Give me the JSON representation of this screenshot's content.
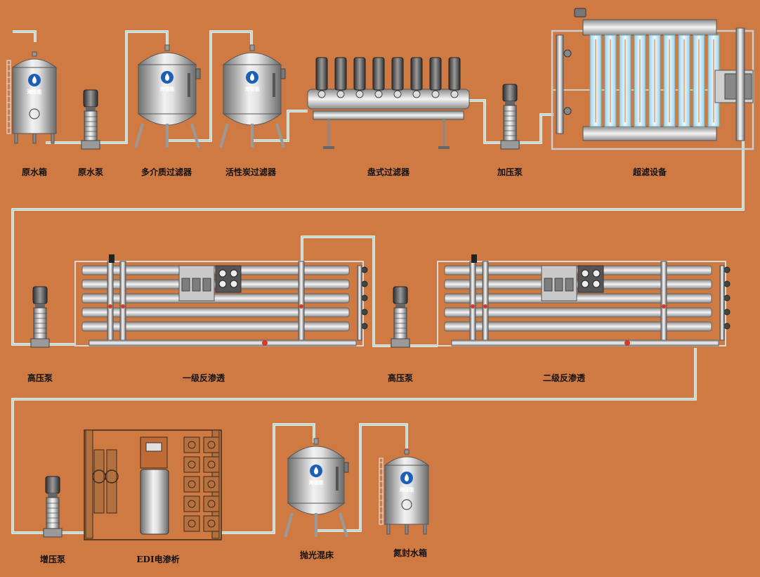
{
  "colors": {
    "background": "#cf7a43",
    "pipe_outer": "#ffffff",
    "pipe_inner": "#8fd6d8",
    "vessel_dark": "#7b7b7b",
    "vessel_light": "#eeeeee",
    "logo_badge": "#1c5fb6",
    "membrane_blue": "#bfe6f5",
    "valve_red": "#d23a2a"
  },
  "logo_text": "海德能",
  "rows": [
    {
      "equipment": [
        {
          "id": "raw-water-tank",
          "label": "原水箱",
          "icon": "vertical-tank-icon"
        },
        {
          "id": "raw-water-pump",
          "label": "原水泵",
          "icon": "vertical-pump-icon"
        },
        {
          "id": "multimedia-filter",
          "label": "多介质过滤器",
          "icon": "pressure-vessel-icon"
        },
        {
          "id": "activated-carbon-filter",
          "label": "活性炭过滤器",
          "icon": "pressure-vessel-icon"
        },
        {
          "id": "disc-filter",
          "label": "盘式过滤器",
          "icon": "disc-filter-rack-icon"
        },
        {
          "id": "booster-pump",
          "label": "加压泵",
          "icon": "vertical-pump-icon"
        },
        {
          "id": "ultrafiltration-unit",
          "label": "超滤设备",
          "icon": "ultrafiltration-rack-icon"
        }
      ]
    },
    {
      "equipment": [
        {
          "id": "high-pressure-pump-1",
          "label": "高压泵",
          "icon": "vertical-pump-icon"
        },
        {
          "id": "primary-ro",
          "label": "一级反渗透",
          "icon": "ro-skid-icon"
        },
        {
          "id": "high-pressure-pump-2",
          "label": "高压泵",
          "icon": "vertical-pump-icon"
        },
        {
          "id": "secondary-ro",
          "label": "二级反渗透",
          "icon": "ro-skid-icon"
        }
      ]
    },
    {
      "equipment": [
        {
          "id": "pressure-boost-pump",
          "label": "增压泵",
          "icon": "vertical-pump-icon"
        },
        {
          "id": "edi-unit",
          "label": "EDI电渗析",
          "icon": "edi-module-icon"
        },
        {
          "id": "polishing-mixed-bed",
          "label": "抛光混床",
          "icon": "pressure-vessel-icon"
        },
        {
          "id": "nitrogen-sealed-tank",
          "label": "氮封水箱",
          "icon": "vertical-tank-icon"
        }
      ]
    }
  ]
}
